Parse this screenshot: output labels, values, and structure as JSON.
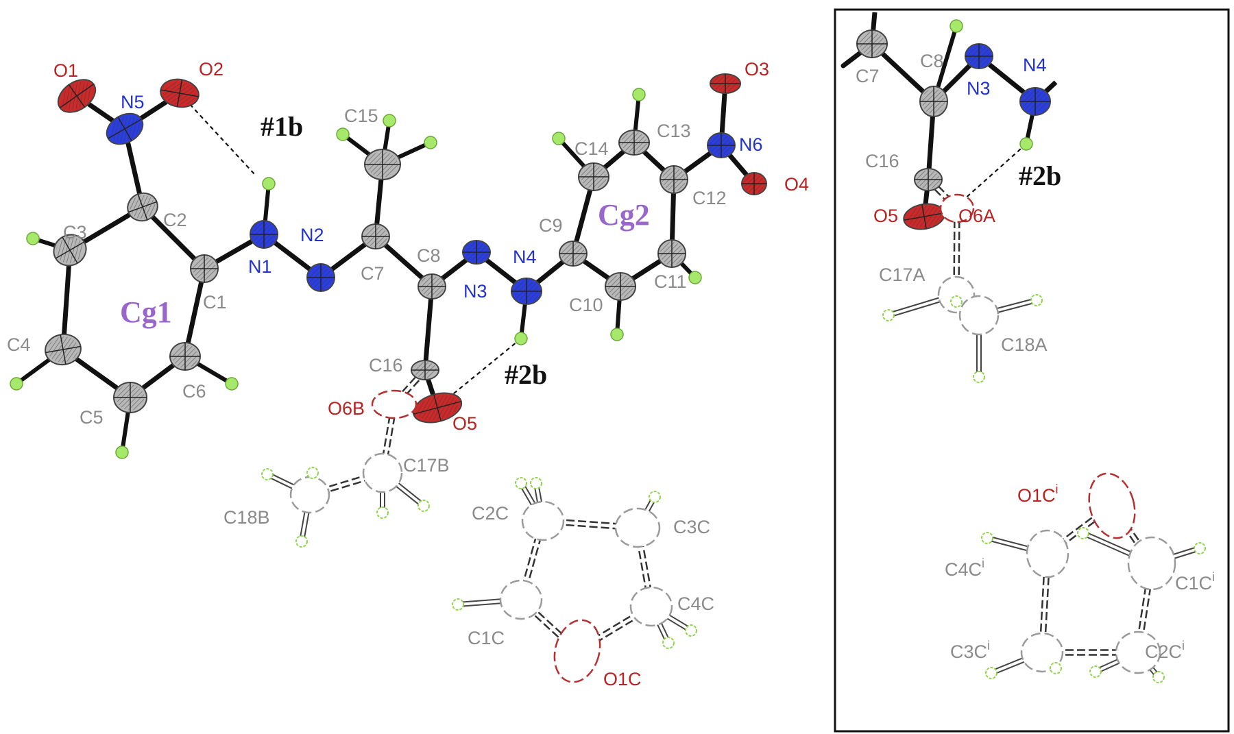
{
  "colors": {
    "carbon": "#b8b8b8",
    "carbon_stroke": "#444444",
    "nitrogen": "#2b3fe0",
    "oxygen": "#cc2a2a",
    "hydrogen": "#a6e86a",
    "bond": "#111111",
    "disorder_carbon": "#9a9a9a",
    "disorder_oxygen": "#b53030",
    "ring_label": "#9966cc",
    "frame": "#111111"
  },
  "main": {
    "atoms": {
      "O1": "O1",
      "O2": "O2",
      "N5": "N5",
      "C2": "C2",
      "C3": "C3",
      "C1": "C1",
      "N1": "N1",
      "N2": "N2",
      "C4": "C4",
      "C5": "C5",
      "C6": "C6",
      "C15": "C15",
      "C7": "C7",
      "C8": "C8",
      "N3": "N3",
      "N4": "N4",
      "C9": "C9",
      "C10": "C10",
      "C11": "C11",
      "C12": "C12",
      "C13": "C13",
      "C14": "C14",
      "N6": "N6",
      "O3": "O3",
      "O4": "O4",
      "C16": "C16",
      "O6B": "O6B",
      "O5": "O5",
      "C17B": "C17B",
      "C18B": "C18B",
      "C2C": "C2C",
      "C3C": "C3C",
      "C4C": "C4C",
      "C1C": "C1C",
      "O1C": "O1C"
    },
    "ring_labels": {
      "cg1": "Cg1",
      "cg2": "Cg2"
    },
    "hbond_labels": {
      "hb1": "#1b",
      "hb2": "#2b"
    }
  },
  "inset": {
    "atoms": {
      "C7": "C7",
      "C8": "C8",
      "N3": "N3",
      "N4": "N4",
      "C16": "C16",
      "O5": "O5",
      "O6A": "O6A",
      "C17A": "C17A",
      "C18A": "C18A",
      "O1Ci": "O1C",
      "C4Ci": "C4C",
      "C1Ci": "C1C",
      "C3Ci": "C3C",
      "C2Ci": "C2C"
    },
    "superscript": "i",
    "hbond_label": "#2b"
  }
}
